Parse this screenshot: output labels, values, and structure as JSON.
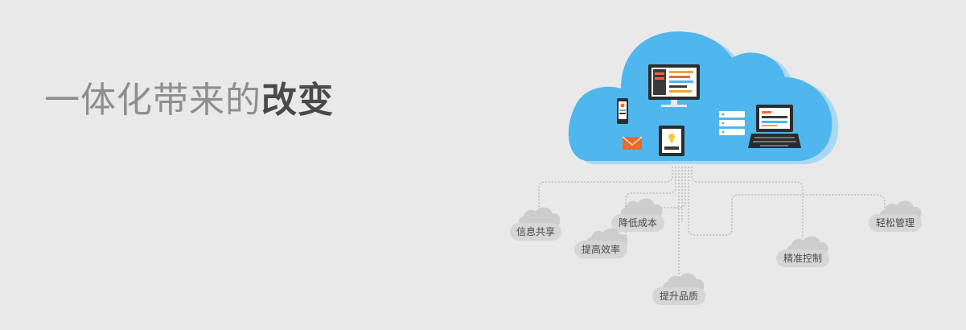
{
  "headline": {
    "light": "一体化带来的",
    "bold": "改变"
  },
  "benefits": [
    {
      "label": "信息共享"
    },
    {
      "label": "降低成本"
    },
    {
      "label": "提高效率"
    },
    {
      "label": "提升品质"
    },
    {
      "label": "精准控制"
    },
    {
      "label": "轻松管理"
    }
  ],
  "colors": {
    "background": "#e9e9e9",
    "cloud": "#4fb6ee",
    "cloud_shadow": "#a9d8f2",
    "mini_cloud": "#cdcdcd",
    "envelope": "#f2691e",
    "accent_orange": "#f0663a",
    "accent_blue": "#4fb6ee"
  },
  "icons": [
    "monitor-icon",
    "phone-icon",
    "tablet-icon",
    "envelope-icon",
    "server-icon",
    "laptop-icon"
  ]
}
